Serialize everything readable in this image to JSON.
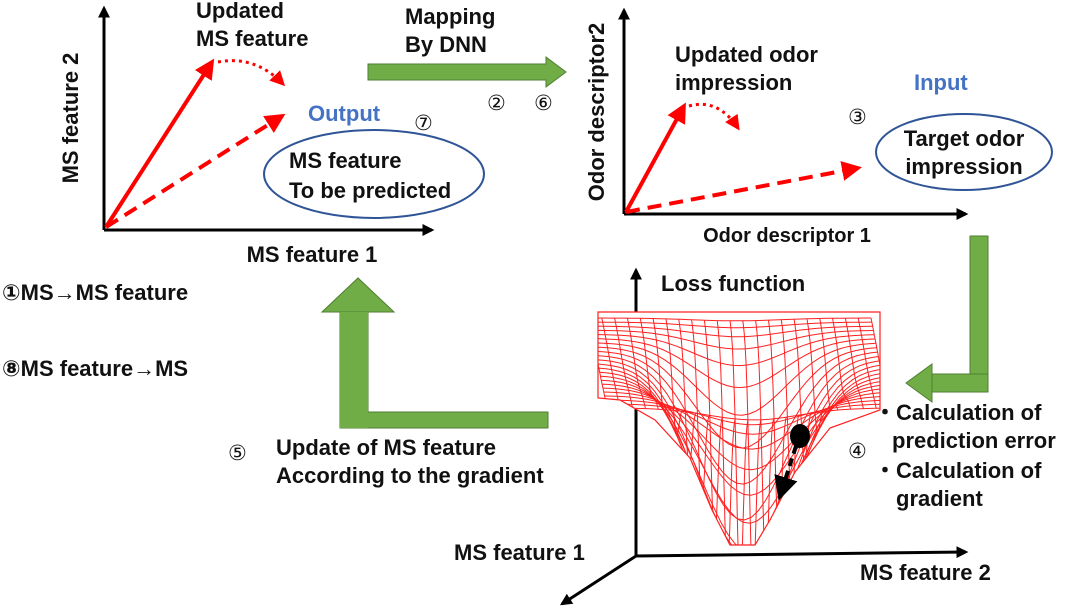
{
  "colors": {
    "vector_red": "#ff0000",
    "process_green": "#70ad47",
    "highlight_blue": "#4472c4",
    "ellipse_stroke": "#2f5597",
    "axis_black": "#000000",
    "mesh_red": "#ff2020"
  },
  "top_left_plot": {
    "y_axis_label": "MS feature 2",
    "x_axis_label": "MS feature 1",
    "updated_label": [
      "Updated",
      "MS feature"
    ],
    "output_label": "Output",
    "step7_marker": "⑦",
    "ellipse_text": [
      "MS feature",
      "To be predicted"
    ]
  },
  "mapping": {
    "label": [
      "Mapping",
      "By DNN"
    ],
    "step_marker_a": "②",
    "step_marker_b": "⑥"
  },
  "top_right_plot": {
    "y_axis_label": "Odor descriptor2",
    "x_axis_label": "Odor descriptor 1",
    "updated_label": [
      "Updated odor",
      "impression"
    ],
    "input_label": "Input",
    "step3_marker": "③",
    "ellipse_text": [
      "Target odor",
      "impression"
    ]
  },
  "steps_left": {
    "step1": "①MS→MS feature",
    "step8": "⑧MS feature→MS"
  },
  "update_step": {
    "marker": "⑤",
    "text": [
      "Update of MS feature",
      "According to the gradient"
    ]
  },
  "loss_plot": {
    "z_axis_label": "Loss function",
    "x_axis_label": "MS feature 1",
    "y_axis_label": "MS feature 2"
  },
  "calc_step": {
    "marker": "④",
    "lines": [
      "・Calculation of",
      "prediction error",
      "・Calculation of",
      "gradient"
    ]
  }
}
